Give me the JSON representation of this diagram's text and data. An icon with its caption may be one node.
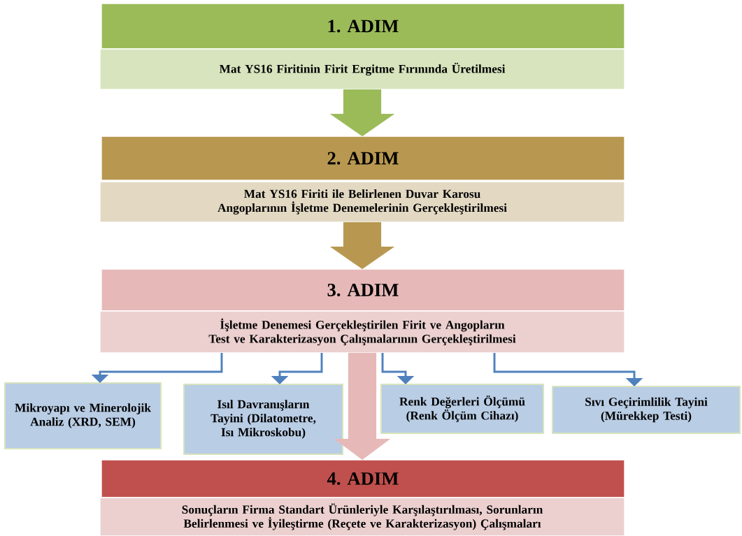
{
  "diagram": {
    "nodes": [
      {
        "text": [
          "1. ADIM"
        ]
      },
      {
        "text": [
          "Mat YS16 Firitinin Firit Ergitme Fırınında Üretilmesi"
        ]
      },
      {
        "text": [
          "2. ADIM"
        ]
      },
      {
        "text": [
          "Mat YS16 Firiti ile Belirlenen Duvar Karosu Angoplarının İşletme Denemelerinin Gerçekleştirilmesi"
        ]
      },
      {
        "text": [
          "3. ADIM"
        ]
      },
      {
        "text": [
          "İşletme Denemesi Gerçekleştirilen Firit ve Angopların Test ve Karakterizasyon Çalışmalarının Gerçekleştirilmesi"
        ]
      },
      {
        "text": [
          "Mikroyapı ve Minerolojik Analiz (XRD, SEM)"
        ]
      },
      {
        "text": [
          "Isıl Davranışların Tayini (Dilatometre, Isı Mikroskobu)"
        ]
      },
      {
        "text": [
          "Renk Değerleri Ölçümü (Renk Ölçüm Cihazı)"
        ]
      },
      {
        "text": [
          "Sıvı Geçirimlilik Tayini (Mürekkep Testi)"
        ]
      },
      {
        "text": [
          "4. ADIM"
        ]
      },
      {
        "text": [
          "Sonuçların Firma Standart Ürünleriyle Karşılaştırılması, Sorunların Belirlenmesi ve İyileştirme (Reçete ve Karakterizasyon) Çalışmaları"
        ]
      }
    ],
    "edges": [
      {
        "from": 1,
        "to": 2,
        "arrow": "to",
        "style": "thick",
        "color": "#9bbb59"
      },
      {
        "from": 3,
        "to": 4,
        "arrow": "to",
        "style": "thick",
        "color": "#b89850"
      },
      {
        "from": 5,
        "to": 10,
        "arrow": "to",
        "style": "thick",
        "color": "#e6b9b8"
      },
      {
        "from": 5,
        "to": 6,
        "arrow": "to"
      },
      {
        "from": 5,
        "to": 7,
        "arrow": "to"
      },
      {
        "from": 5,
        "to": 8,
        "arrow": "to"
      },
      {
        "from": 5,
        "to": 9,
        "arrow": "to"
      }
    ]
  }
}
